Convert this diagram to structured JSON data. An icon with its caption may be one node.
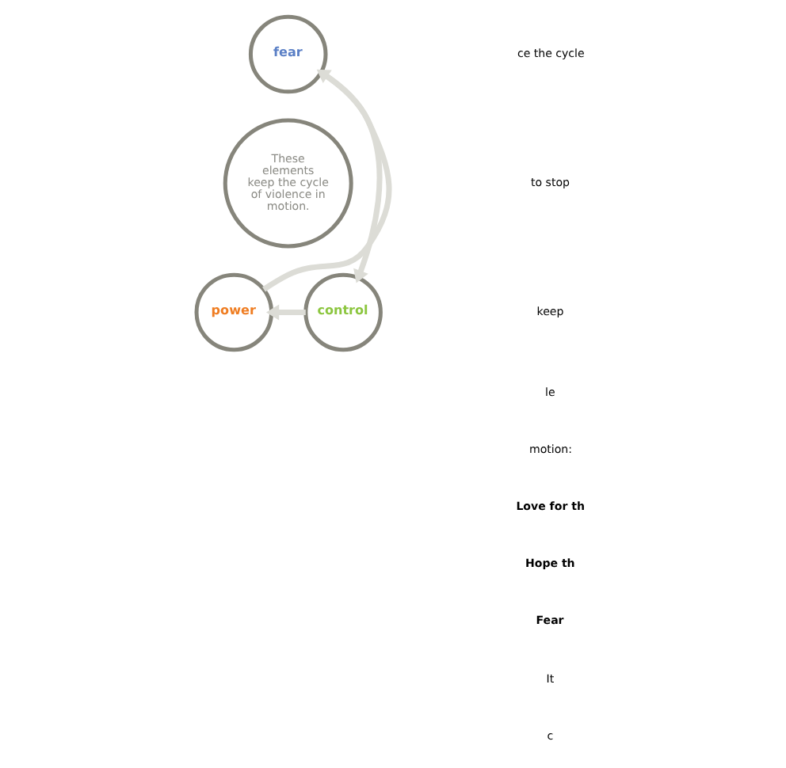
{
  "diagram": {
    "nodes": [
      {
        "text": [
          "fear"
        ]
      },
      {
        "text": [
          "These elements keep the cycle of violence in motion."
        ]
      },
      {
        "text": [
          "power"
        ]
      },
      {
        "text": [
          "control"
        ]
      }
    ],
    "edges": [
      {
        "from": 0,
        "to": 3,
        "arrow": "to"
      },
      {
        "from": 3,
        "to": 2,
        "arrow": "to"
      },
      {
        "from": 2,
        "to": 0,
        "arrow": "to"
      }
    ],
    "labels": [
      "ce the cycle",
      "to stop",
      "keep",
      "le",
      "motion:",
      "Love for th",
      "Hope th",
      "Fear",
      "It",
      "c"
    ]
  }
}
